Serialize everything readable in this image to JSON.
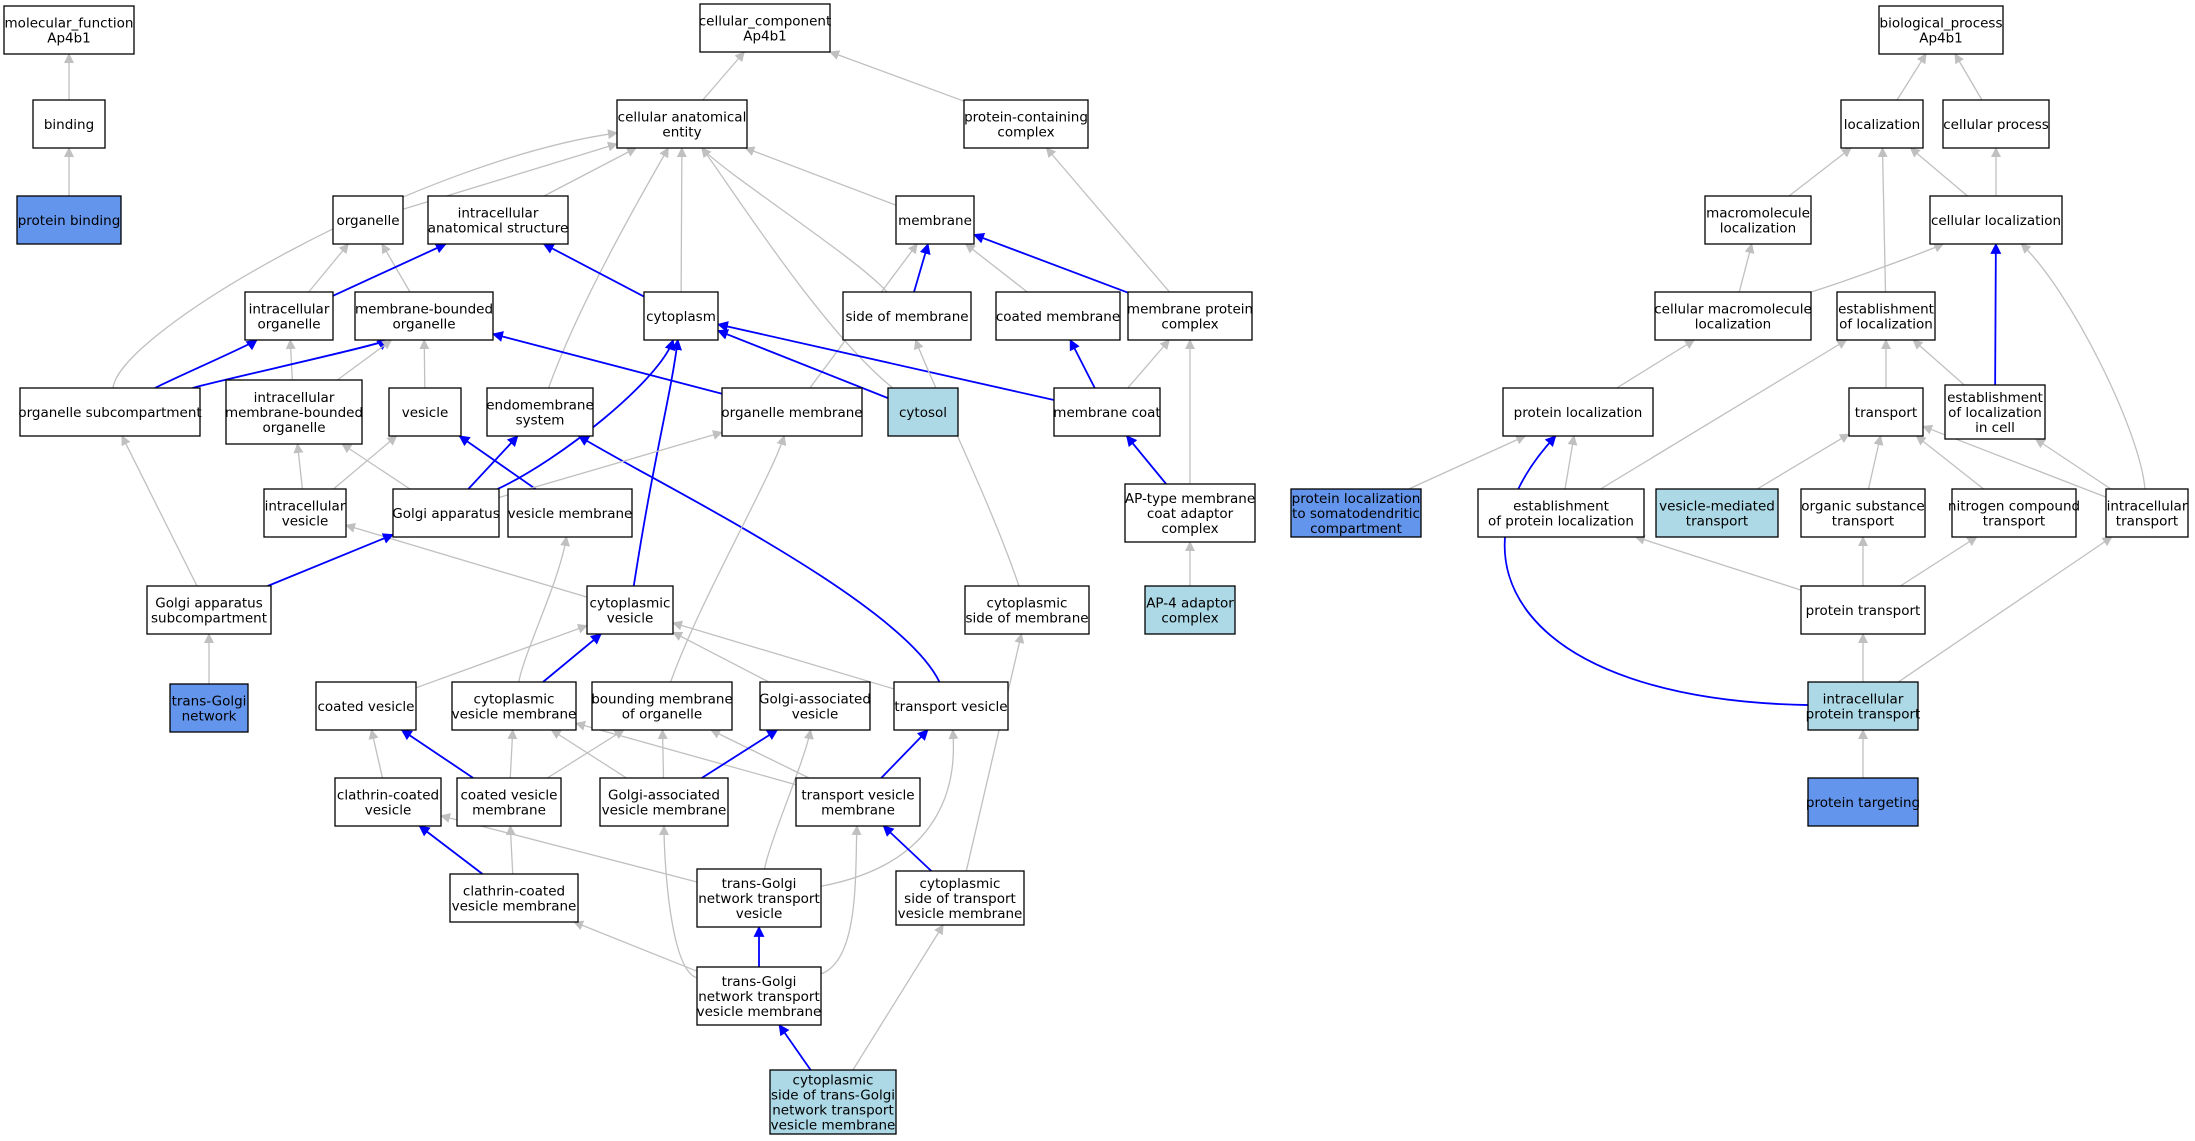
{
  "colors": {
    "white": "#ffffff",
    "lightblue": "#add8e6",
    "blue": "#6495ed",
    "edge_gray": "#c0c0c0",
    "edge_blue": "#0000ff"
  },
  "nodes": [
    {
      "id": "mf",
      "lines": [
        "molecular_function",
        "Ap4b1"
      ],
      "fill": "white"
    },
    {
      "id": "binding",
      "lines": [
        "binding"
      ],
      "fill": "white"
    },
    {
      "id": "protein_binding",
      "lines": [
        "protein binding"
      ],
      "fill": "blue"
    },
    {
      "id": "cc",
      "lines": [
        "cellular_component",
        "Ap4b1"
      ],
      "fill": "white"
    },
    {
      "id": "cae",
      "lines": [
        "cellular anatomical",
        "entity"
      ],
      "fill": "white"
    },
    {
      "id": "pcc",
      "lines": [
        "protein-containing",
        "complex"
      ],
      "fill": "white"
    },
    {
      "id": "organelle",
      "lines": [
        "organelle"
      ],
      "fill": "white"
    },
    {
      "id": "ias",
      "lines": [
        "intracellular",
        "anatomical structure"
      ],
      "fill": "white"
    },
    {
      "id": "membrane",
      "lines": [
        "membrane"
      ],
      "fill": "white"
    },
    {
      "id": "io",
      "lines": [
        "intracellular",
        "organelle"
      ],
      "fill": "white"
    },
    {
      "id": "mbo",
      "lines": [
        "membrane-bounded",
        "organelle"
      ],
      "fill": "white"
    },
    {
      "id": "cytoplasm",
      "lines": [
        "cytoplasm"
      ],
      "fill": "white"
    },
    {
      "id": "som",
      "lines": [
        "side of membrane"
      ],
      "fill": "white"
    },
    {
      "id": "coated_membrane",
      "lines": [
        "coated membrane"
      ],
      "fill": "white"
    },
    {
      "id": "mpc",
      "lines": [
        "membrane protein",
        "complex"
      ],
      "fill": "white"
    },
    {
      "id": "osc",
      "lines": [
        "organelle subcompartment"
      ],
      "fill": "white"
    },
    {
      "id": "imbo",
      "lines": [
        "intracellular",
        "membrane-bounded",
        "organelle"
      ],
      "fill": "white"
    },
    {
      "id": "vesicle",
      "lines": [
        "vesicle"
      ],
      "fill": "white"
    },
    {
      "id": "endomembrane",
      "lines": [
        "endomembrane",
        "system"
      ],
      "fill": "white"
    },
    {
      "id": "om",
      "lines": [
        "organelle membrane"
      ],
      "fill": "white"
    },
    {
      "id": "cytosol",
      "lines": [
        "cytosol"
      ],
      "fill": "lightblue"
    },
    {
      "id": "membrane_coat",
      "lines": [
        "membrane coat"
      ],
      "fill": "white"
    },
    {
      "id": "iv",
      "lines": [
        "intracellular",
        "vesicle"
      ],
      "fill": "white"
    },
    {
      "id": "golgi",
      "lines": [
        "Golgi apparatus"
      ],
      "fill": "white"
    },
    {
      "id": "vm",
      "lines": [
        "vesicle membrane"
      ],
      "fill": "white"
    },
    {
      "id": "aptype",
      "lines": [
        "AP-type membrane",
        "coat adaptor",
        "complex"
      ],
      "fill": "white"
    },
    {
      "id": "gas",
      "lines": [
        "Golgi apparatus",
        "subcompartment"
      ],
      "fill": "white"
    },
    {
      "id": "cv",
      "lines": [
        "cytoplasmic",
        "vesicle"
      ],
      "fill": "white"
    },
    {
      "id": "csm",
      "lines": [
        "cytoplasmic",
        "side of membrane"
      ],
      "fill": "white"
    },
    {
      "id": "ap4",
      "lines": [
        "AP-4 adaptor",
        "complex"
      ],
      "fill": "lightblue"
    },
    {
      "id": "tgn",
      "lines": [
        "trans-Golgi",
        "network"
      ],
      "fill": "blue"
    },
    {
      "id": "coated_vesicle",
      "lines": [
        "coated vesicle"
      ],
      "fill": "white"
    },
    {
      "id": "cvm",
      "lines": [
        "cytoplasmic",
        "vesicle membrane"
      ],
      "fill": "white"
    },
    {
      "id": "bmo",
      "lines": [
        "bounding membrane",
        "of organelle"
      ],
      "fill": "white"
    },
    {
      "id": "gav",
      "lines": [
        "Golgi-associated",
        "vesicle"
      ],
      "fill": "white"
    },
    {
      "id": "tv",
      "lines": [
        "transport vesicle"
      ],
      "fill": "white"
    },
    {
      "id": "ccv",
      "lines": [
        "clathrin-coated",
        "vesicle"
      ],
      "fill": "white"
    },
    {
      "id": "coated_vm",
      "lines": [
        "coated vesicle",
        "membrane"
      ],
      "fill": "white"
    },
    {
      "id": "gavm",
      "lines": [
        "Golgi-associated",
        "vesicle membrane"
      ],
      "fill": "white"
    },
    {
      "id": "tvm",
      "lines": [
        "transport vesicle",
        "membrane"
      ],
      "fill": "white"
    },
    {
      "id": "ccvm",
      "lines": [
        "clathrin-coated",
        "vesicle membrane"
      ],
      "fill": "white"
    },
    {
      "id": "tgntv",
      "lines": [
        "trans-Golgi",
        "network transport",
        "vesicle"
      ],
      "fill": "white"
    },
    {
      "id": "cstvm",
      "lines": [
        "cytoplasmic",
        "side of transport",
        "vesicle membrane"
      ],
      "fill": "white"
    },
    {
      "id": "tgntvm",
      "lines": [
        "trans-Golgi",
        "network transport",
        "vesicle membrane"
      ],
      "fill": "white"
    },
    {
      "id": "cstgn",
      "lines": [
        "cytoplasmic",
        "side of trans-Golgi",
        "network transport",
        "vesicle membrane"
      ],
      "fill": "lightblue"
    },
    {
      "id": "bp",
      "lines": [
        "biological_process",
        "Ap4b1"
      ],
      "fill": "white"
    },
    {
      "id": "localization",
      "lines": [
        "localization"
      ],
      "fill": "white"
    },
    {
      "id": "cellular_process",
      "lines": [
        "cellular process"
      ],
      "fill": "white"
    },
    {
      "id": "mloc",
      "lines": [
        "macromolecule",
        "localization"
      ],
      "fill": "white"
    },
    {
      "id": "cloc",
      "lines": [
        "cellular localization"
      ],
      "fill": "white"
    },
    {
      "id": "cmloc",
      "lines": [
        "cellular macromolecule",
        "localization"
      ],
      "fill": "white"
    },
    {
      "id": "eol",
      "lines": [
        "establishment",
        "of localization"
      ],
      "fill": "white"
    },
    {
      "id": "ploc",
      "lines": [
        "protein localization"
      ],
      "fill": "white"
    },
    {
      "id": "transport",
      "lines": [
        "transport"
      ],
      "fill": "white"
    },
    {
      "id": "eolc",
      "lines": [
        "establishment",
        "of localization",
        "in cell"
      ],
      "fill": "white"
    },
    {
      "id": "plsd",
      "lines": [
        "protein localization",
        "to somatodendritic",
        "compartment"
      ],
      "fill": "blue"
    },
    {
      "id": "epl",
      "lines": [
        "establishment",
        "of protein localization"
      ],
      "fill": "white"
    },
    {
      "id": "vmt",
      "lines": [
        "vesicle-mediated",
        "transport"
      ],
      "fill": "lightblue"
    },
    {
      "id": "ost",
      "lines": [
        "organic substance",
        "transport"
      ],
      "fill": "white"
    },
    {
      "id": "nct",
      "lines": [
        "nitrogen compound",
        "transport"
      ],
      "fill": "white"
    },
    {
      "id": "it",
      "lines": [
        "intracellular",
        "transport"
      ],
      "fill": "white"
    },
    {
      "id": "pt",
      "lines": [
        "protein transport"
      ],
      "fill": "white"
    },
    {
      "id": "ipt",
      "lines": [
        "intracellular",
        "protein transport"
      ],
      "fill": "lightblue"
    },
    {
      "id": "ptarg",
      "lines": [
        "protein targeting"
      ],
      "fill": "blue"
    }
  ],
  "edges": [
    [
      "binding",
      "mf",
      "gray"
    ],
    [
      "protein_binding",
      "binding",
      "gray"
    ],
    [
      "cae",
      "cc",
      "gray"
    ],
    [
      "pcc",
      "cc",
      "gray"
    ],
    [
      "organelle",
      "cae",
      "gray"
    ],
    [
      "ias",
      "cae",
      "gray"
    ],
    [
      "membrane",
      "cae",
      "gray"
    ],
    [
      "cytoplasm",
      "cae",
      "gray"
    ],
    [
      "som",
      "cae",
      "gray"
    ],
    [
      "osc",
      "cae",
      "gray"
    ],
    [
      "endomembrane",
      "cae",
      "gray"
    ],
    [
      "cytosol",
      "cae",
      "gray"
    ],
    [
      "mpc",
      "pcc",
      "gray"
    ],
    [
      "io",
      "organelle",
      "gray"
    ],
    [
      "mbo",
      "organelle",
      "gray"
    ],
    [
      "io",
      "ias",
      "blue"
    ],
    [
      "cytoplasm",
      "ias",
      "blue"
    ],
    [
      "som",
      "membrane",
      "blue"
    ],
    [
      "mpc",
      "membrane",
      "blue"
    ],
    [
      "coated_membrane",
      "membrane",
      "gray"
    ],
    [
      "om",
      "membrane",
      "gray"
    ],
    [
      "osc",
      "io",
      "blue"
    ],
    [
      "imbo",
      "io",
      "gray"
    ],
    [
      "osc",
      "mbo",
      "blue"
    ],
    [
      "imbo",
      "mbo",
      "gray"
    ],
    [
      "vesicle",
      "mbo",
      "gray"
    ],
    [
      "om",
      "mbo",
      "blue"
    ],
    [
      "golgi",
      "cytoplasm",
      "blue"
    ],
    [
      "cytosol",
      "cytoplasm",
      "blue"
    ],
    [
      "membrane_coat",
      "cytoplasm",
      "blue"
    ],
    [
      "cv",
      "cytoplasm",
      "blue"
    ],
    [
      "membrane_coat",
      "coated_membrane",
      "blue"
    ],
    [
      "membrane_coat",
      "mpc",
      "gray"
    ],
    [
      "aptype",
      "mpc",
      "gray"
    ],
    [
      "gas",
      "osc",
      "gray"
    ],
    [
      "iv",
      "imbo",
      "gray"
    ],
    [
      "golgi",
      "imbo",
      "gray"
    ],
    [
      "iv",
      "vesicle",
      "gray"
    ],
    [
      "golgi",
      "endomembrane",
      "blue"
    ],
    [
      "vm",
      "vesicle",
      "blue"
    ],
    [
      "tv",
      "endomembrane",
      "blue"
    ],
    [
      "golgi",
      "om",
      "gray"
    ],
    [
      "bmo",
      "om",
      "gray"
    ],
    [
      "aptype",
      "membrane_coat",
      "blue"
    ],
    [
      "cv",
      "iv",
      "gray"
    ],
    [
      "gas",
      "golgi",
      "blue"
    ],
    [
      "cvm",
      "vm",
      "gray"
    ],
    [
      "ap4",
      "aptype",
      "gray"
    ],
    [
      "tgn",
      "gas",
      "gray"
    ],
    [
      "coated_vesicle",
      "cv",
      "gray"
    ],
    [
      "cvm",
      "cv",
      "blue"
    ],
    [
      "gav",
      "cv",
      "gray"
    ],
    [
      "tv",
      "cv",
      "gray"
    ],
    [
      "csm",
      "som",
      "gray"
    ],
    [
      "ccv",
      "coated_vesicle",
      "gray"
    ],
    [
      "coated_vm",
      "coated_vesicle",
      "blue"
    ],
    [
      "coated_vm",
      "cvm",
      "gray"
    ],
    [
      "coated_vm",
      "bmo",
      "gray"
    ],
    [
      "gavm",
      "cvm",
      "gray"
    ],
    [
      "gavm",
      "bmo",
      "gray"
    ],
    [
      "tvm",
      "cvm",
      "gray"
    ],
    [
      "tvm",
      "bmo",
      "gray"
    ],
    [
      "gavm",
      "gav",
      "blue"
    ],
    [
      "tgntv",
      "gav",
      "gray"
    ],
    [
      "tvm",
      "tv",
      "blue"
    ],
    [
      "tgntv",
      "tv",
      "gray"
    ],
    [
      "ccvm",
      "ccv",
      "blue"
    ],
    [
      "tgntv",
      "ccv",
      "gray"
    ],
    [
      "ccvm",
      "coated_vm",
      "gray"
    ],
    [
      "tgntvm",
      "gavm",
      "gray"
    ],
    [
      "tgntvm",
      "tvm",
      "gray"
    ],
    [
      "cstvm",
      "tvm",
      "blue"
    ],
    [
      "cstvm",
      "csm",
      "gray"
    ],
    [
      "tgntvm",
      "tgntv",
      "blue"
    ],
    [
      "tgntvm",
      "ccvm",
      "gray"
    ],
    [
      "cstgn",
      "tgntvm",
      "blue"
    ],
    [
      "cstgn",
      "cstvm",
      "gray"
    ],
    [
      "localization",
      "bp",
      "gray"
    ],
    [
      "cellular_process",
      "bp",
      "gray"
    ],
    [
      "mloc",
      "localization",
      "gray"
    ],
    [
      "cloc",
      "localization",
      "gray"
    ],
    [
      "eol",
      "localization",
      "gray"
    ],
    [
      "cloc",
      "cellular_process",
      "gray"
    ],
    [
      "cmloc",
      "mloc",
      "gray"
    ],
    [
      "cmloc",
      "cloc",
      "gray"
    ],
    [
      "eolc",
      "cloc",
      "blue"
    ],
    [
      "it",
      "cloc",
      "gray"
    ],
    [
      "ploc",
      "cmloc",
      "gray"
    ],
    [
      "transport",
      "eol",
      "gray"
    ],
    [
      "eolc",
      "eol",
      "gray"
    ],
    [
      "epl",
      "eol",
      "gray"
    ],
    [
      "plsd",
      "ploc",
      "gray"
    ],
    [
      "epl",
      "ploc",
      "gray"
    ],
    [
      "ipt",
      "ploc",
      "blue"
    ],
    [
      "vmt",
      "transport",
      "gray"
    ],
    [
      "ost",
      "transport",
      "gray"
    ],
    [
      "nct",
      "transport",
      "gray"
    ],
    [
      "it",
      "transport",
      "gray"
    ],
    [
      "it",
      "eolc",
      "gray"
    ],
    [
      "pt",
      "epl",
      "gray"
    ],
    [
      "pt",
      "ost",
      "gray"
    ],
    [
      "pt",
      "nct",
      "gray"
    ],
    [
      "ipt",
      "pt",
      "gray"
    ],
    [
      "ipt",
      "it",
      "gray"
    ],
    [
      "ptarg",
      "ipt",
      "gray"
    ]
  ]
}
